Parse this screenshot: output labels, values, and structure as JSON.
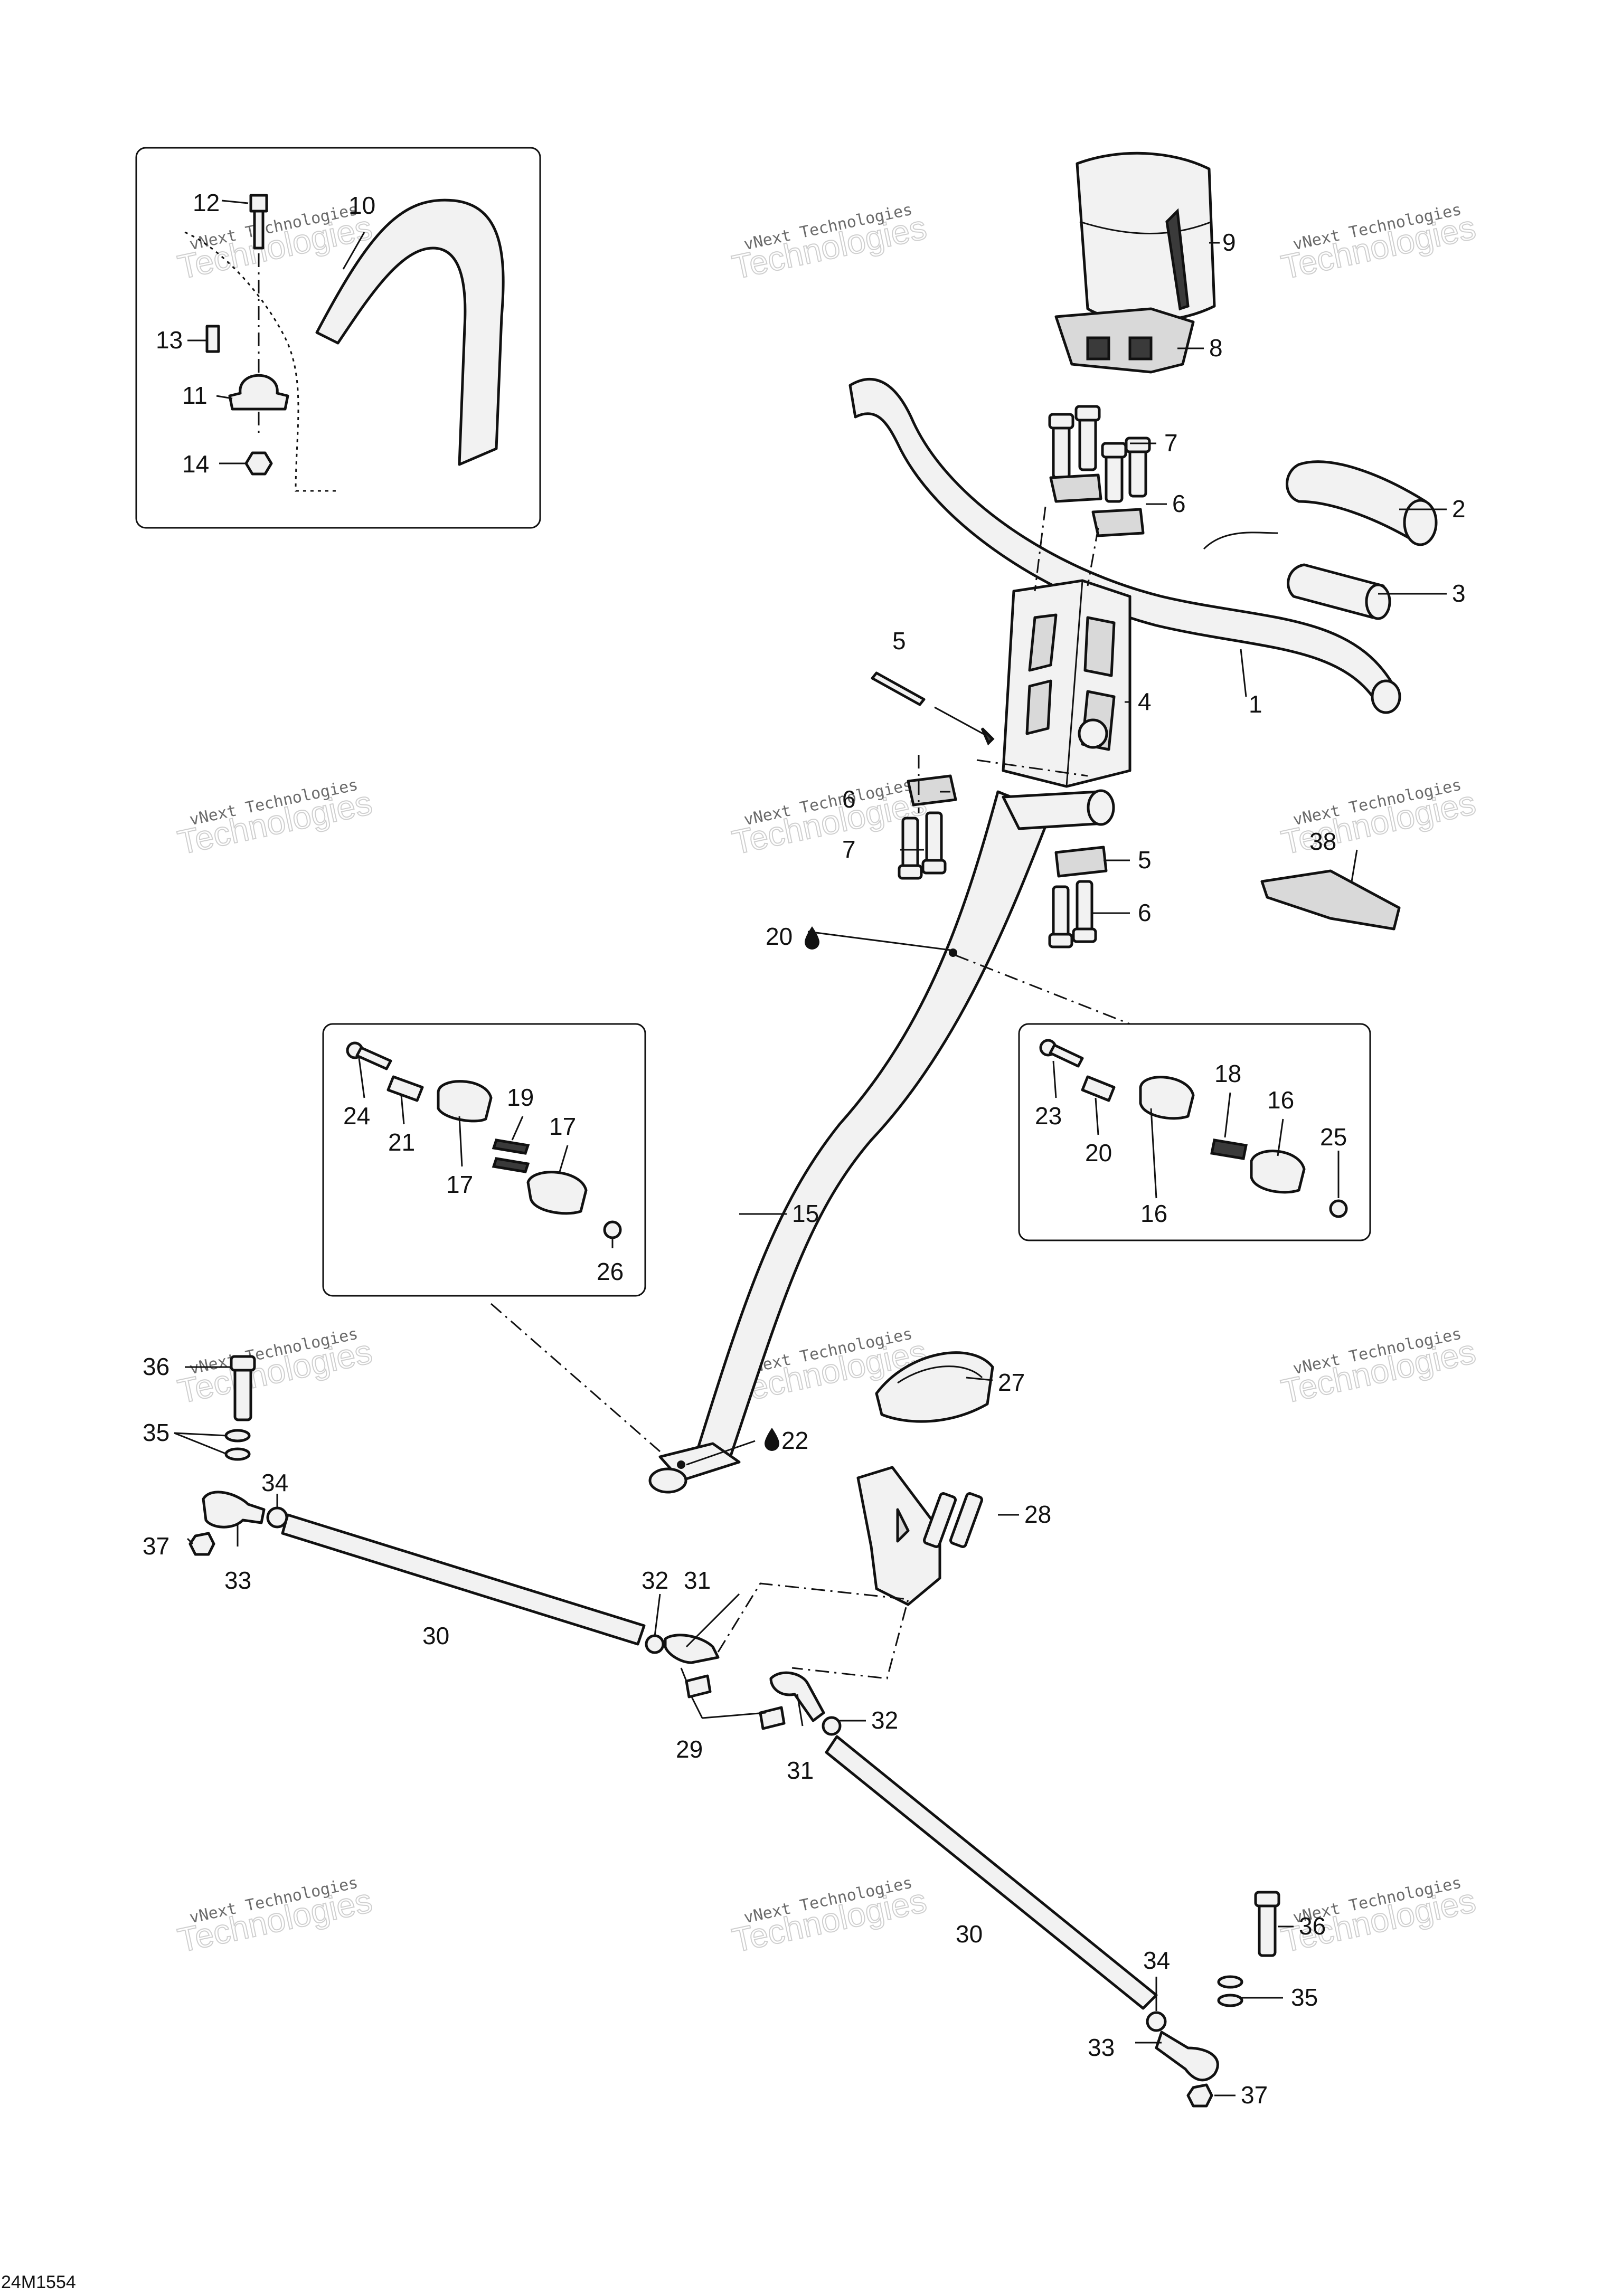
{
  "callouts": [
    {
      "id": "1",
      "label": "1"
    },
    {
      "id": "2",
      "label": "2"
    },
    {
      "id": "3",
      "label": "3"
    },
    {
      "id": "4",
      "label": "4"
    },
    {
      "id": "5a",
      "label": "5"
    },
    {
      "id": "5b",
      "label": "5"
    },
    {
      "id": "6a",
      "label": "6"
    },
    {
      "id": "6b",
      "label": "6"
    },
    {
      "id": "6c",
      "label": "6"
    },
    {
      "id": "7a",
      "label": "7"
    },
    {
      "id": "7b",
      "label": "7"
    },
    {
      "id": "8",
      "label": "8"
    },
    {
      "id": "9",
      "label": "9"
    },
    {
      "id": "10",
      "label": "10"
    },
    {
      "id": "11",
      "label": "11"
    },
    {
      "id": "12",
      "label": "12"
    },
    {
      "id": "13",
      "label": "13"
    },
    {
      "id": "14",
      "label": "14"
    },
    {
      "id": "15",
      "label": "15"
    },
    {
      "id": "16a",
      "label": "16"
    },
    {
      "id": "16b",
      "label": "16"
    },
    {
      "id": "17a",
      "label": "17"
    },
    {
      "id": "17b",
      "label": "17"
    },
    {
      "id": "18",
      "label": "18"
    },
    {
      "id": "19",
      "label": "19"
    },
    {
      "id": "20a",
      "label": "20"
    },
    {
      "id": "20b",
      "label": "20"
    },
    {
      "id": "21",
      "label": "21"
    },
    {
      "id": "22",
      "label": "22"
    },
    {
      "id": "23",
      "label": "23"
    },
    {
      "id": "24",
      "label": "24"
    },
    {
      "id": "25",
      "label": "25"
    },
    {
      "id": "26",
      "label": "26"
    },
    {
      "id": "27",
      "label": "27"
    },
    {
      "id": "28",
      "label": "28"
    },
    {
      "id": "29",
      "label": "29"
    },
    {
      "id": "30a",
      "label": "30"
    },
    {
      "id": "30b",
      "label": "30"
    },
    {
      "id": "31a",
      "label": "31"
    },
    {
      "id": "31b",
      "label": "31"
    },
    {
      "id": "32a",
      "label": "32"
    },
    {
      "id": "32b",
      "label": "32"
    },
    {
      "id": "33a",
      "label": "33"
    },
    {
      "id": "33b",
      "label": "33"
    },
    {
      "id": "34a",
      "label": "34"
    },
    {
      "id": "34b",
      "label": "34"
    },
    {
      "id": "35a",
      "label": "35"
    },
    {
      "id": "35b",
      "label": "35"
    },
    {
      "id": "36a",
      "label": "36"
    },
    {
      "id": "36b",
      "label": "36"
    },
    {
      "id": "37a",
      "label": "37"
    },
    {
      "id": "37b",
      "label": "37"
    },
    {
      "id": "38",
      "label": "38"
    }
  ],
  "watermark": {
    "line1": "vNext Technologies",
    "line2": "Technologies"
  },
  "diagram_code": "24M1554",
  "icons": {
    "lubricant": "oil-drop-icon"
  }
}
